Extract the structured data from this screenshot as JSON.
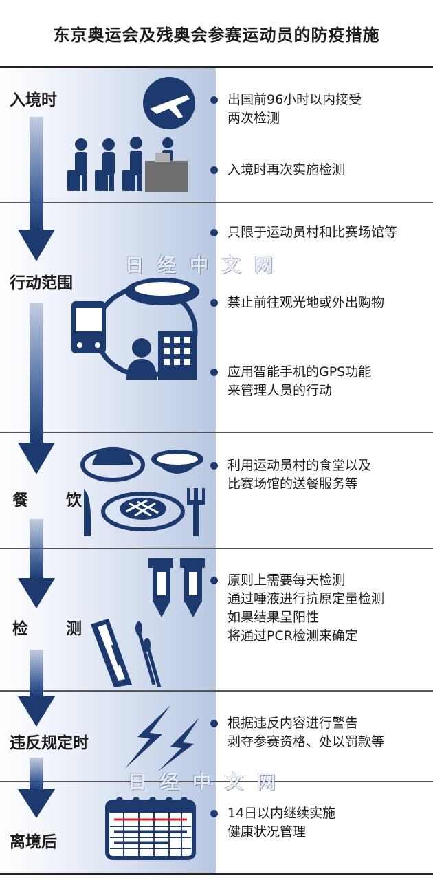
{
  "title": "东京奥运会及残奥会参赛运动员的防疫措施",
  "watermark": "日经中文网",
  "colors": {
    "navy": "#1d3a6e",
    "shade": "#b9c8e2"
  },
  "stages": [
    {
      "label": "入境时",
      "icon": "airplane-and-travelers-icon",
      "bullets": [
        {
          "lines": [
            "出国前96小时以内接受",
            "两次检测"
          ]
        },
        {
          "lines": [
            "入境时再次实施检测"
          ]
        }
      ]
    },
    {
      "label": "行动范围",
      "icon": "stadium-bus-hotel-icon",
      "bullets": [
        {
          "lines": [
            "只限于运动员村和比赛场馆等"
          ]
        },
        {
          "lines": [
            "禁止前往观光地或外出购物"
          ]
        },
        {
          "lines": [
            "应用智能手机的GPS功能",
            "来管理人员的行动"
          ]
        }
      ]
    },
    {
      "label": "餐　饮",
      "icon": "food-plates-cutlery-icon",
      "bullets": [
        {
          "lines": [
            "利用运动员村的食堂以及",
            "比赛场馆的送餐服务等"
          ]
        }
      ]
    },
    {
      "label": "检　测",
      "icon": "test-tubes-swab-icon",
      "bullets": [
        {
          "lines": [
            "原则上需要每天检测",
            "通过唾液进行抗原定量检测",
            "如果结果呈阳性",
            "将通过PCR检测来确定"
          ]
        }
      ]
    },
    {
      "label": "违反规定时",
      "icon": "lightning-warning-icon",
      "bullets": [
        {
          "lines": [
            "根据违反内容进行警告",
            "剥夺参赛资格、处以罚款等"
          ]
        }
      ]
    },
    {
      "label": "离境后",
      "icon": "calendar-icon",
      "bullets": [
        {
          "lines": [
            "14日以内继续实施",
            "健康状况管理"
          ]
        }
      ]
    }
  ]
}
